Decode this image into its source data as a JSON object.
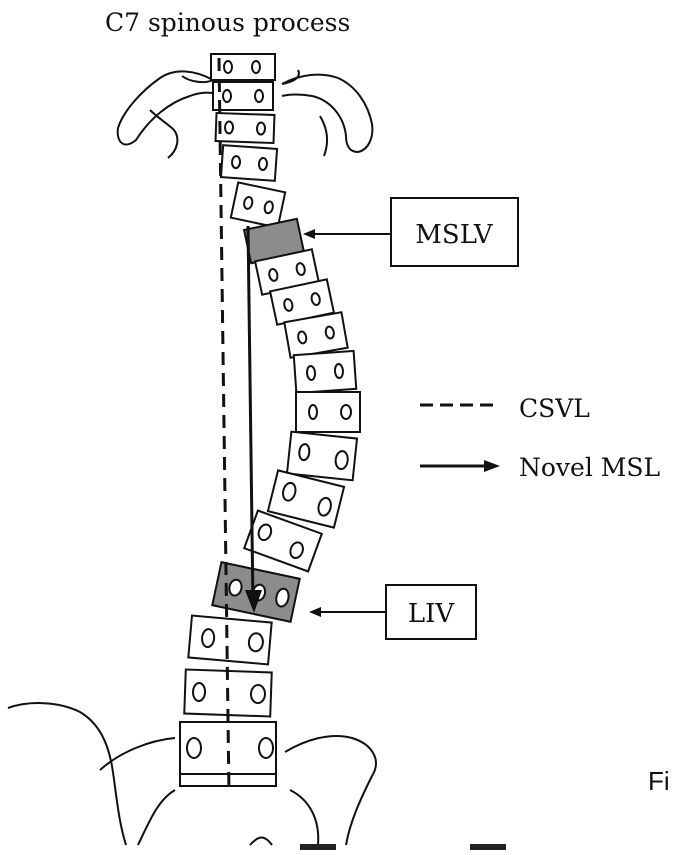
{
  "title": "C7 spinous process",
  "labels": {
    "mslv": "MSLV",
    "liv": "LIV"
  },
  "legend": {
    "csvl": "CSVL",
    "novel_msl": "Novel MSL"
  },
  "cut_text": "Fi",
  "colors": {
    "line": "#111111",
    "shaded_vertebra": "#8c8c8c",
    "background": "#ffffff"
  }
}
